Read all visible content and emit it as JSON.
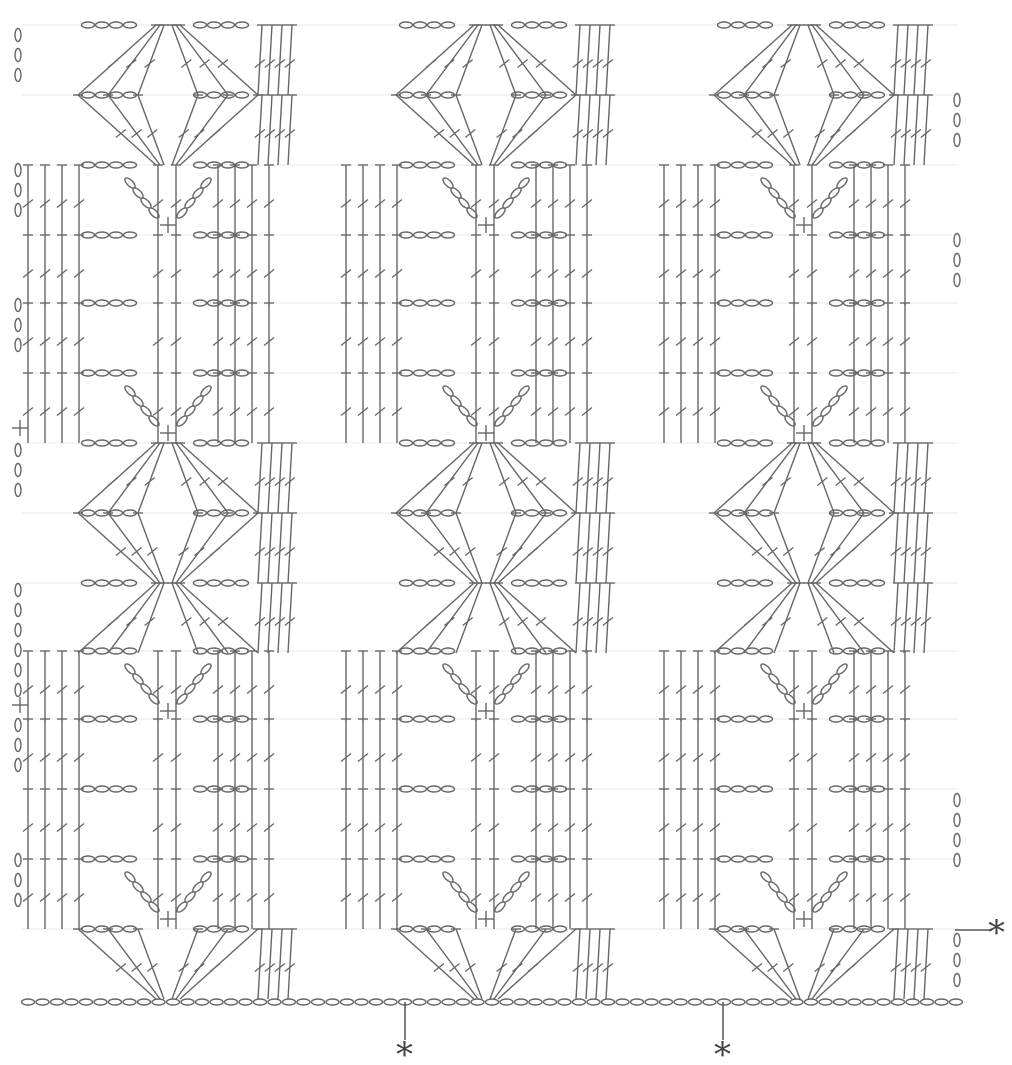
{
  "diagram": {
    "type": "crochet-stitch-chart",
    "ink_color": "#666666",
    "stitches": {
      "chain": "chain-oval",
      "single_crochet": "plus",
      "double_crochet": "tall-stitch-with-slash",
      "treble_crochet": "tall-stitch-with-two-slashes",
      "turning_chain": "vertical-ovals"
    },
    "markers": [
      {
        "id": "marker-bottom-1",
        "symbol": "*"
      },
      {
        "id": "marker-bottom-2",
        "symbol": "*"
      },
      {
        "id": "marker-right",
        "symbol": "*"
      }
    ]
  }
}
